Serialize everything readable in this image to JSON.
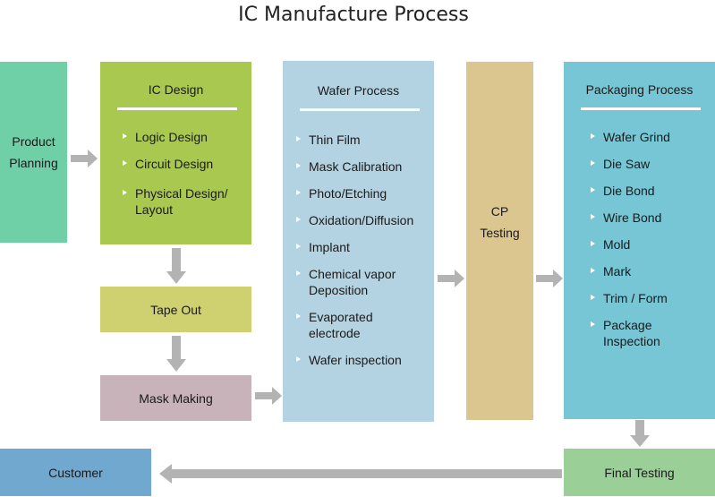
{
  "title": "IC Manufacture Process",
  "colors": {
    "product_planning": "#6fcfa6",
    "ic_design": "#a8c850",
    "tape_out": "#cfd070",
    "mask_making": "#c7b3b9",
    "wafer_process": "#b3d3e3",
    "cp_testing": "#dcc690",
    "packaging_process": "#76c6d5",
    "final_testing": "#9bcf98",
    "customer": "#70a8d0",
    "arrow": "#b3b3b3"
  },
  "product_planning": {
    "lines": [
      "Product",
      "Planning"
    ]
  },
  "ic_design": {
    "header": "IC Design",
    "items": [
      "Logic Design",
      "Circuit Design",
      "Physical Design/ Layout"
    ]
  },
  "tape_out": {
    "label": "Tape Out"
  },
  "mask_making": {
    "label": "Mask Making"
  },
  "wafer_process": {
    "header": "Wafer Process",
    "items": [
      "Thin Film",
      "Mask Calibration",
      "Photo/Etching",
      "Oxidation/Diffusion",
      "Implant",
      "Chemical vapor Deposition",
      "Evaporated electrode",
      "Wafer inspection"
    ]
  },
  "cp_testing": {
    "lines": [
      "CP",
      "Testing"
    ]
  },
  "packaging_process": {
    "header": "Packaging Process",
    "items": [
      "Wafer Grind",
      "Die Saw",
      "Die Bond",
      "Wire Bond",
      "Mold",
      "Mark",
      "Trim / Form",
      "Package Inspection"
    ]
  },
  "final_testing": {
    "label": "Final Testing"
  },
  "customer": {
    "label": "Customer"
  }
}
